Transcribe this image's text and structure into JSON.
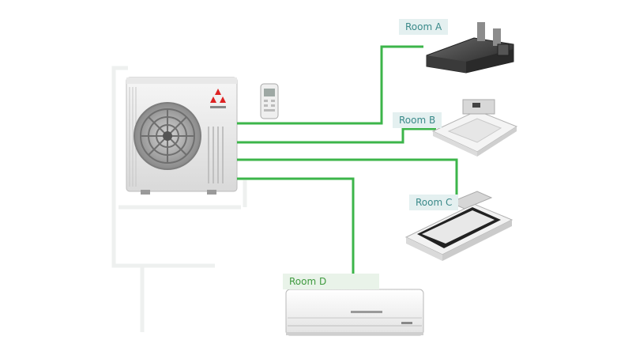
{
  "diagram": {
    "line_color": "#3cb54a",
    "rooms": [
      {
        "id": "A",
        "label": "Room A",
        "unit": "ducted-indoor-unit"
      },
      {
        "id": "B",
        "label": "Room B",
        "unit": "ceiling-cassette-unit"
      },
      {
        "id": "C",
        "label": "Room C",
        "unit": "one-way-cassette-unit"
      },
      {
        "id": "D",
        "label": "Room D",
        "unit": "wall-mounted-unit"
      }
    ],
    "outdoor_unit": "outdoor-condenser-unit",
    "remote": "remote-controller"
  }
}
